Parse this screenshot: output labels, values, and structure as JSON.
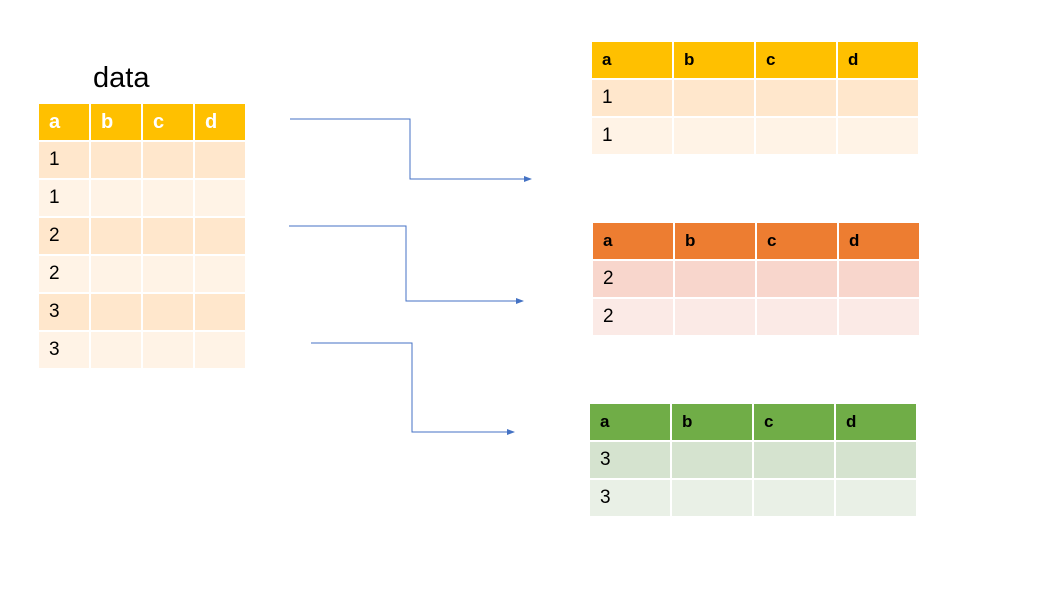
{
  "title": "data",
  "colors": {
    "yellow_header": "#FFC000",
    "yellow_row_1": "#FFE7CC",
    "yellow_row_2": "#FFF3E6",
    "orange_header": "#ED7D31",
    "orange_row_1": "#F8D6CC",
    "orange_row_2": "#FBEAE6",
    "green_header": "#70AD47",
    "green_row_1": "#D5E3CF",
    "green_row_2": "#E9F0E6",
    "arrow": "#4472C4"
  },
  "columns": [
    "a",
    "b",
    "c",
    "d"
  ],
  "data_table": {
    "rows": [
      [
        "1",
        "",
        "",
        ""
      ],
      [
        "1",
        "",
        "",
        ""
      ],
      [
        "2",
        "",
        "",
        ""
      ],
      [
        "2",
        "",
        "",
        ""
      ],
      [
        "3",
        "",
        "",
        ""
      ],
      [
        "3",
        "",
        "",
        ""
      ]
    ]
  },
  "output_tables": [
    {
      "rows": [
        [
          "1",
          "",
          "",
          ""
        ],
        [
          "1",
          "",
          "",
          ""
        ]
      ]
    },
    {
      "rows": [
        [
          "2",
          "",
          "",
          ""
        ],
        [
          "2",
          "",
          "",
          ""
        ]
      ]
    },
    {
      "rows": [
        [
          "3",
          "",
          "",
          ""
        ],
        [
          "3",
          "",
          "",
          ""
        ]
      ]
    }
  ]
}
